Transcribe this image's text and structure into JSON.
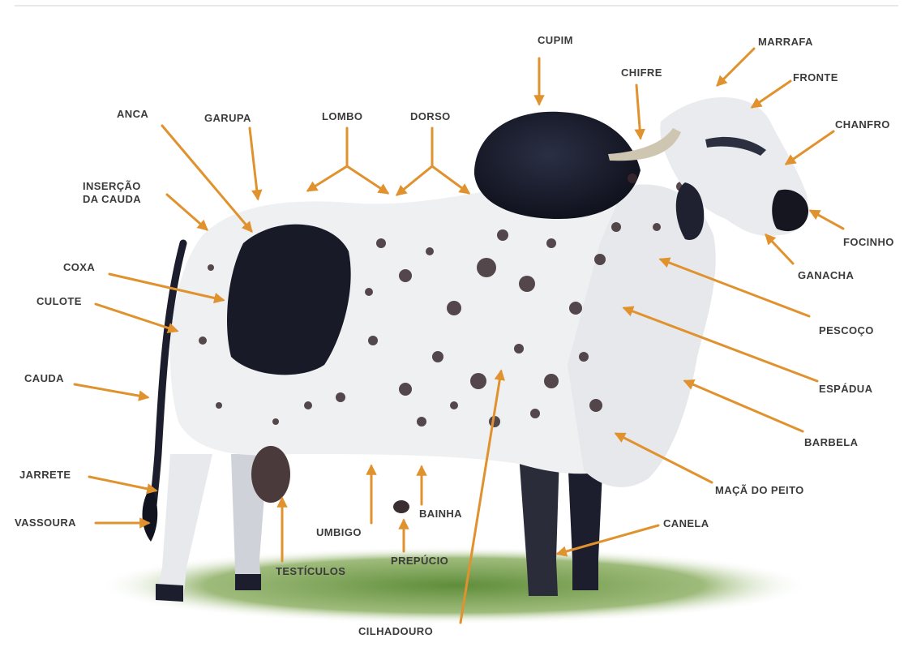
{
  "colors": {
    "arrow": "#e0922e",
    "label_text": "#3b3b3b",
    "grass": "#6f9a45",
    "cow_white": "#eef0f2",
    "cow_dark": "#1c1e2e",
    "spots": "#3a2a2e"
  },
  "labels": {
    "cupim": "CUPIM",
    "marrafa": "MARRAFA",
    "chifre": "CHIFRE",
    "fronte": "FRONTE",
    "chanfro": "CHANFRO",
    "focinho": "FOCINHO",
    "ganacha": "GANACHA",
    "pescoco": "PESCOÇO",
    "espadua": "ESPÁDUA",
    "barbela": "BARBELA",
    "maca_do_peito": "MAÇÃ DO PEITO",
    "canela": "CANELA",
    "anca": "ANCA",
    "garupa": "GARUPA",
    "lombo": "LOMBO",
    "dorso": "DORSO",
    "insercao_da_cauda": "INSERÇÃO\nDA CAUDA",
    "coxa": "COXA",
    "culote": "CULOTE",
    "cauda": "CAUDA",
    "jarrete": "JARRETE",
    "vassoura": "VASSOURA",
    "testiculos": "TESTÍCULOS",
    "umbigo": "UMBIGO",
    "bainha": "BAINHA",
    "prepucio": "PREPÚCIO",
    "cilhadouro": "CILHADOURO"
  }
}
